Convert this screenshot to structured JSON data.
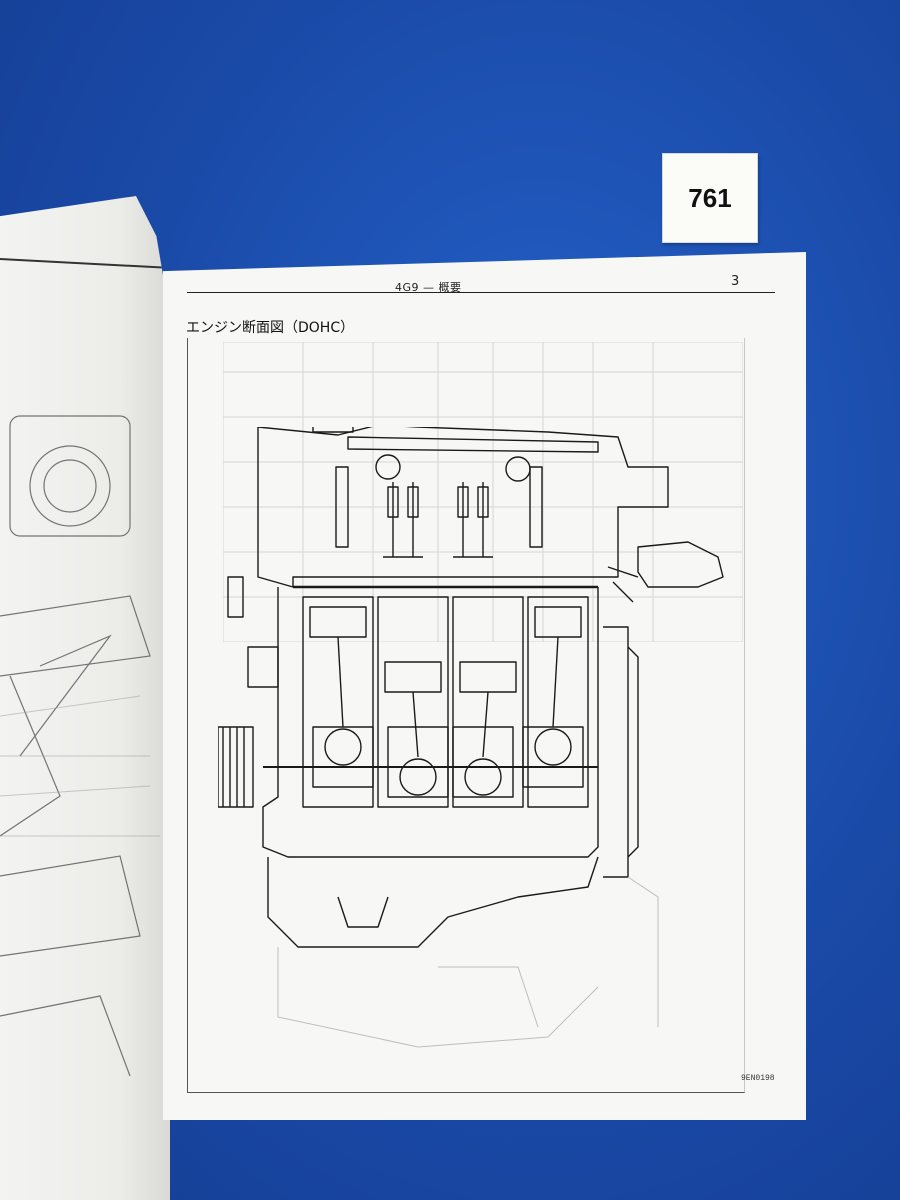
{
  "tag": {
    "number": "761"
  },
  "page": {
    "running_head": "4G9 — 概要",
    "page_number": "3",
    "section_title": "エンジン断面図（DOHC）",
    "figure_code": "9EN0198"
  },
  "colors": {
    "background": "#1b4fb0",
    "paper": "#f7f7f5",
    "ink": "#111111"
  }
}
